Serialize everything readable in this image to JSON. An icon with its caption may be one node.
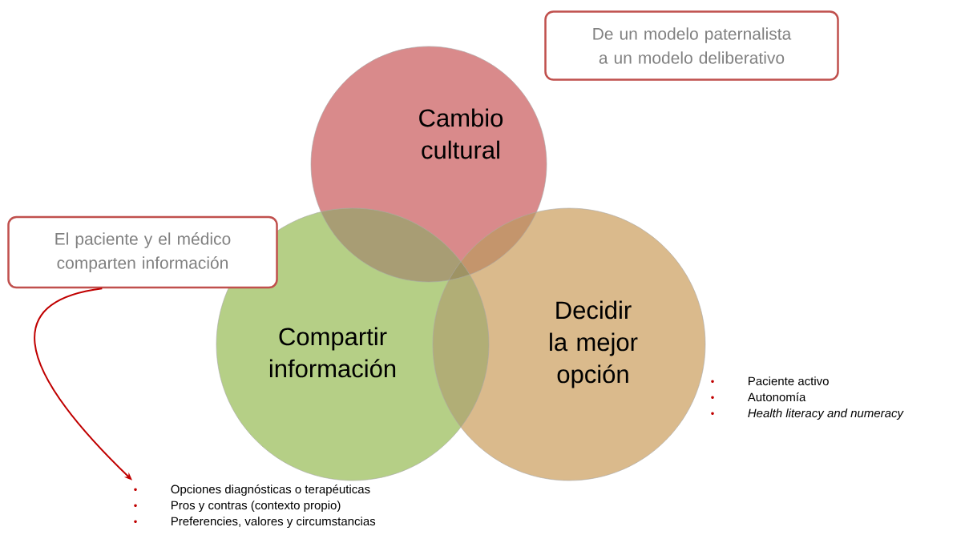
{
  "diagram": {
    "nodes": [
      {
        "text": [
          "Cambio cultural"
        ]
      },
      {
        "text": [
          "Compartir información"
        ]
      },
      {
        "text": [
          "Decidir la mejor opción"
        ]
      },
      {
        "text": [
          "De un modelo paternalista a un modelo deliberativo"
        ]
      },
      {
        "text": [
          "El paciente y el médico comparten información"
        ]
      },
      {
        "text": [
          "Opciones diagnósticas o terapéuticas",
          "Pros y contras (contexto propio)",
          "Preferencies, valores y circumstancias"
        ]
      }
    ],
    "edges": [
      {
        "from": 4,
        "to": 5,
        "arrow": "to"
      }
    ],
    "labels": [
      "Paciente activo",
      "Autonomía",
      "Health literacy and numeracy"
    ]
  }
}
